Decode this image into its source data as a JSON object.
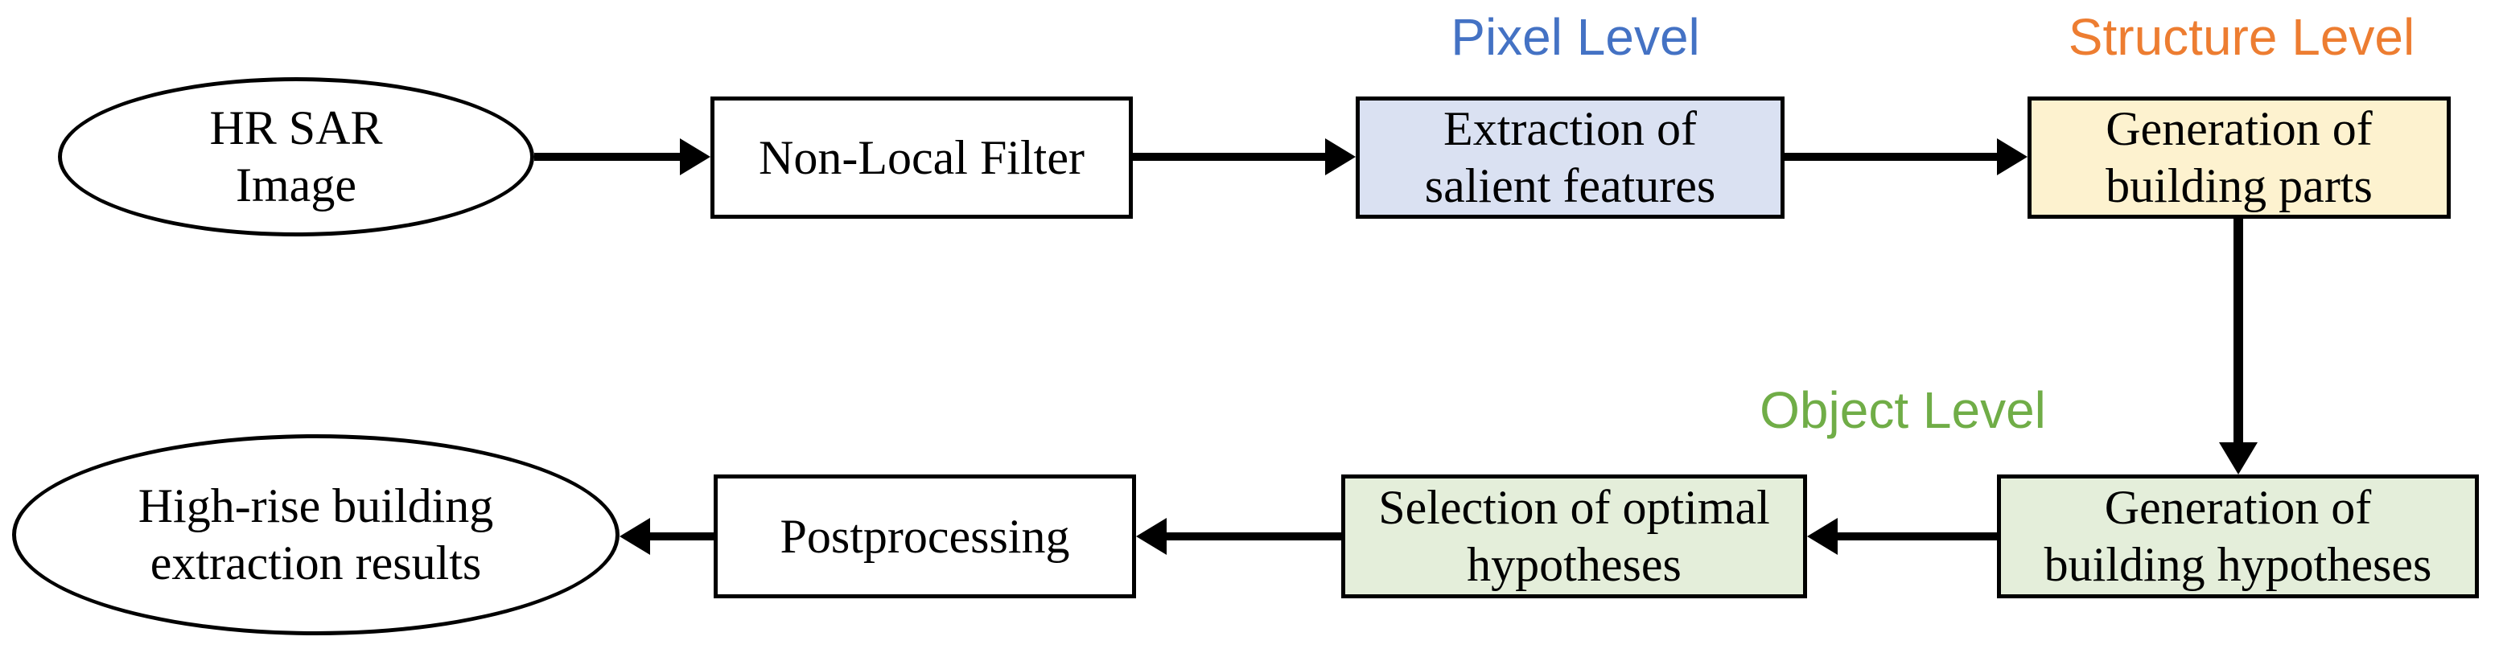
{
  "diagram": {
    "title_implicit": "High-rise building extraction workflow",
    "background": "#ffffff",
    "levels": [
      {
        "id": "pixel-level",
        "label": "Pixel Level",
        "color": "#4472C4"
      },
      {
        "id": "structure-level",
        "label": "Structure Level",
        "color": "#ED7D31"
      },
      {
        "id": "object-level",
        "label": "Object Level",
        "color": "#70AD47"
      }
    ],
    "nodes": [
      {
        "id": "hr-sar-image",
        "shape": "ellipse",
        "fill": "#ffffff",
        "label": "HR SAR\nImage"
      },
      {
        "id": "non-local-filter",
        "shape": "rect",
        "fill": "#ffffff",
        "label": "Non-Local Filter"
      },
      {
        "id": "extraction-of-salient-features",
        "shape": "rect",
        "fill": "#dae1f2",
        "label": "Extraction of\nsalient features",
        "level": "Pixel Level"
      },
      {
        "id": "generation-of-building-parts",
        "shape": "rect",
        "fill": "#fdf2cf",
        "label": "Generation of\nbuilding parts",
        "level": "Structure Level"
      },
      {
        "id": "generation-of-building-hypotheses",
        "shape": "rect",
        "fill": "#e4eeda",
        "label": "Generation of\nbuilding hypotheses",
        "level": "Object Level"
      },
      {
        "id": "selection-of-optimal-hypotheses",
        "shape": "rect",
        "fill": "#e4eeda",
        "label": "Selection of optimal\nhypotheses",
        "level": "Object Level"
      },
      {
        "id": "postprocessing",
        "shape": "rect",
        "fill": "#ffffff",
        "label": "Postprocessing"
      },
      {
        "id": "high-rise-building-extraction-results",
        "shape": "ellipse",
        "fill": "#ffffff",
        "label": "High-rise building\nextraction results"
      }
    ],
    "edges": [
      {
        "from": "hr-sar-image",
        "to": "non-local-filter",
        "direction": "right"
      },
      {
        "from": "non-local-filter",
        "to": "extraction-of-salient-features",
        "direction": "right"
      },
      {
        "from": "extraction-of-salient-features",
        "to": "generation-of-building-parts",
        "direction": "right"
      },
      {
        "from": "generation-of-building-parts",
        "to": "generation-of-building-hypotheses",
        "direction": "down"
      },
      {
        "from": "generation-of-building-hypotheses",
        "to": "selection-of-optimal-hypotheses",
        "direction": "left"
      },
      {
        "from": "selection-of-optimal-hypotheses",
        "to": "postprocessing",
        "direction": "left"
      },
      {
        "from": "postprocessing",
        "to": "high-rise-building-extraction-results",
        "direction": "left"
      }
    ]
  }
}
